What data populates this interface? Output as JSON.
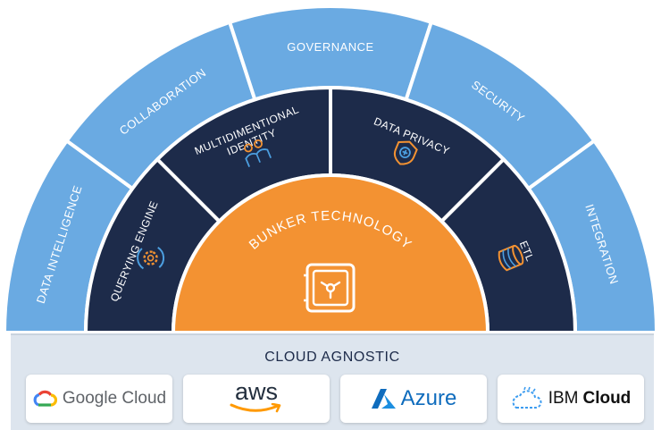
{
  "outer_ring": [
    {
      "label": "DATA INTELLIGENCE"
    },
    {
      "label": "COLLABORATION"
    },
    {
      "label": "GOVERNANCE"
    },
    {
      "label": "SECURITY"
    },
    {
      "label": "INTEGRATION"
    }
  ],
  "middle_ring": [
    {
      "label_lines": [
        "QUERYING ENGINE"
      ],
      "icon": "gear-cycle-icon"
    },
    {
      "label_lines": [
        "MULTIDIMENTIONAL",
        "IDENTITY"
      ],
      "icon": "people-identity-icon"
    },
    {
      "label_lines": [
        "DATA PRIVACY"
      ],
      "icon": "shield-plus-icon"
    },
    {
      "label_lines": [
        "ETL"
      ],
      "icon": "database-icon"
    }
  ],
  "core": {
    "label": "BUNKER TECHNOLOGY",
    "icon": "vault-icon"
  },
  "base": {
    "title": "CLOUD AGNOSTIC",
    "providers": [
      {
        "name": "Google Cloud",
        "icon": "google-cloud-logo"
      },
      {
        "name": "aws",
        "icon": "aws-smile-logo"
      },
      {
        "name": "Azure",
        "icon": "azure-logo"
      },
      {
        "name_light": "IBM",
        "name_bold": "Cloud",
        "icon": "ibm-cloud-logo"
      }
    ]
  },
  "colors": {
    "outer": "#6aaae2",
    "middle": "#1d2b4a",
    "core": "#f39232",
    "base": "#dde5ee",
    "icon_orange": "#f39232",
    "icon_blue": "#4c9fe0"
  }
}
